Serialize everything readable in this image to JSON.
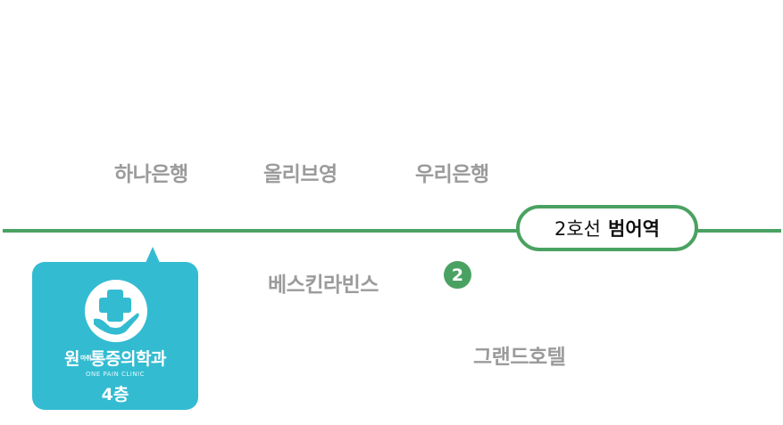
{
  "landmarks": {
    "hana_bank": "하나은행",
    "olive_young": "올리브영",
    "woori_bank": "우리은행",
    "baskin_robbins": "베스킨라빈스",
    "grand_hotel": "그랜드호텔"
  },
  "station": {
    "line": "2호선",
    "name": "범어역",
    "exit_number": "2",
    "line_color": "#4aa262"
  },
  "clinic": {
    "name_before": "원",
    "name_small": "마취",
    "name_after": "통증의학과",
    "subtitle": "ONE PAIN CLINIC",
    "floor": "4층",
    "brand_color": "#33bcd1",
    "icon": "cross-hand-icon"
  }
}
